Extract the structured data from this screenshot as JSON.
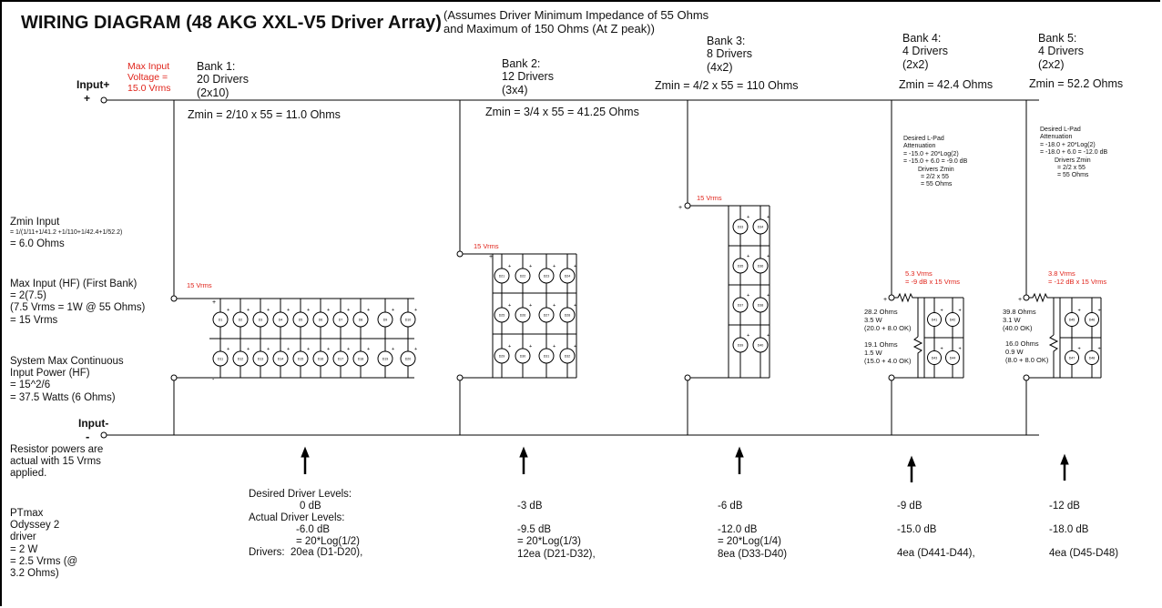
{
  "title": "WIRING DIAGRAM (48 AKG XXL-V5 Driver Array)",
  "assumption": [
    "(Assumes Driver Minimum Impedance of 55 Ohms",
    "and Maximum of 150 Ohms (At Z peak))"
  ],
  "input_plus": {
    "label": "Input",
    "sign": "+",
    "terminal": "+"
  },
  "input_minus": {
    "label": "Input",
    "sign": "-",
    "terminal": "-"
  },
  "max_input": [
    "Max Input",
    "Voltage =",
    "15.0 Vrms"
  ],
  "banks": [
    {
      "name": "Bank 1:",
      "drivers": "20 Drivers",
      "config": "(2x10)",
      "zmin": "Zmin = 2/10 x 55 = 11.0 Ohms",
      "level_label": "15 Vrms"
    },
    {
      "name": "Bank 2:",
      "drivers": "12 Drivers",
      "config": "(3x4)",
      "zmin": "Zmin = 3/4 x 55 = 41.25 Ohms",
      "level_label": "15 Vrms"
    },
    {
      "name": "Bank 3:",
      "drivers": "8 Drivers",
      "config": "(4x2)",
      "zmin": "Zmin = 4/2 x 55 = 110 Ohms",
      "level_label": "15 Vrms"
    },
    {
      "name": "Bank 4:",
      "drivers": "4 Drivers",
      "config": "(2x2)",
      "zmin": "Zmin = 42.4 Ohms",
      "lpad_note": [
        "Desired L-Pad",
        "Attenuation",
        "= -15.0 + 20*Log(2)",
        "= -15.0 + 6.0 = -9.0 dB",
        "Drivers Zmin",
        "= 2/2 x 55",
        "= 55 Ohms"
      ],
      "level_label": [
        "5.3 Vrms",
        "= -9 dB  x 15 Vrms"
      ],
      "series_resistor": [
        "28.2 Ohms",
        "3.5 W",
        "(20.0 + 8.0 OK)"
      ],
      "shunt_resistor": [
        "19.1 Ohms",
        "1.5 W",
        "(15.0 + 4.0 OK)"
      ]
    },
    {
      "name": "Bank 5:",
      "drivers": "4 Drivers",
      "config": "(2x2)",
      "zmin": "Zmin = 52.2 Ohms",
      "lpad_note": [
        "Desired L-Pad",
        "Attenuation",
        "= -18.0 + 20*Log(2)",
        "= -18.0 + 6.0 = -12.0 dB",
        "Drivers Zmin",
        "= 2/2 x 55",
        "= 55 Ohms"
      ],
      "level_label": [
        "3.8 Vrms",
        "= -12 dB x 15 Vrms"
      ],
      "series_resistor": [
        "39.8 Ohms",
        "3.1 W",
        "(40.0 OK)"
      ],
      "shunt_resistor": [
        "16.0 Ohms",
        "0.9 W",
        "(8.0 + 8.0 OK)"
      ]
    }
  ],
  "left_notes": {
    "zmin_input": [
      "Zmin Input",
      "= 1/(1/11+1/41.2 +1/110+1/42.4+1/52.2)",
      "= 6.0 Ohms"
    ],
    "max_input_hf": [
      "Max Input (HF) (First Bank)",
      "= 2(7.5)",
      "(7.5 Vrms = 1W @ 55 Ohms)",
      "= 15 Vrms"
    ],
    "system_max": [
      "System Max Continuous",
      "Input Power (HF)",
      "= 15^2/6",
      "= 37.5 Watts (6 Ohms)"
    ],
    "resistor_note": [
      "Resistor powers are",
      "actual with 15 Vrms",
      "applied."
    ],
    "ptmax": [
      "PTmax",
      "Odyssey 2",
      "driver",
      "= 2 W",
      "= 2.5 Vrms (@",
      "3.2 Ohms)"
    ]
  },
  "levels_header": {
    "desired": "Desired Driver Levels:",
    "actual": "Actual Driver Levels:",
    "drivers": "Drivers:"
  },
  "levels": [
    {
      "desired": "0 dB",
      "actual": "-6.0 dB",
      "formula": "= 20*Log(1/2)",
      "drivers": "20ea (D1-D20),"
    },
    {
      "desired": "-3 dB",
      "actual": "-9.5 dB",
      "formula": "= 20*Log(1/3)",
      "drivers": "12ea (D21-D32),"
    },
    {
      "desired": "-6 dB",
      "actual": "-12.0 dB",
      "formula": "= 20*Log(1/4)",
      "drivers": "8ea (D33-D40)"
    },
    {
      "desired": "-9 dB",
      "actual": "-15.0 dB",
      "formula": "",
      "drivers": "4ea (D441-D44),"
    },
    {
      "desired": "-12 dB",
      "actual": "-18.0 dB",
      "formula": "",
      "drivers": "4ea (D45-D48)"
    }
  ],
  "driver_labels": {
    "bank1": [
      "D1",
      "D2",
      "D3",
      "D4",
      "D5",
      "D6",
      "D7",
      "D8",
      "D9",
      "D10",
      "D11",
      "D12",
      "D13",
      "D14",
      "D15",
      "D16",
      "D17",
      "D18",
      "D19",
      "D20"
    ],
    "bank2": [
      "D21",
      "D22",
      "D23",
      "D24",
      "D25",
      "D26",
      "D27",
      "D28",
      "D29",
      "D30",
      "D31",
      "D32"
    ],
    "bank3": [
      "D33",
      "D34",
      "D35",
      "D36",
      "D37",
      "D38",
      "D39",
      "D40"
    ],
    "bank4": [
      "D41",
      "D42",
      "D43",
      "D44"
    ],
    "bank5": [
      "D45",
      "D46",
      "D47",
      "D48"
    ]
  },
  "colors": {
    "line": "#000000",
    "red_text": "#e0241b"
  }
}
